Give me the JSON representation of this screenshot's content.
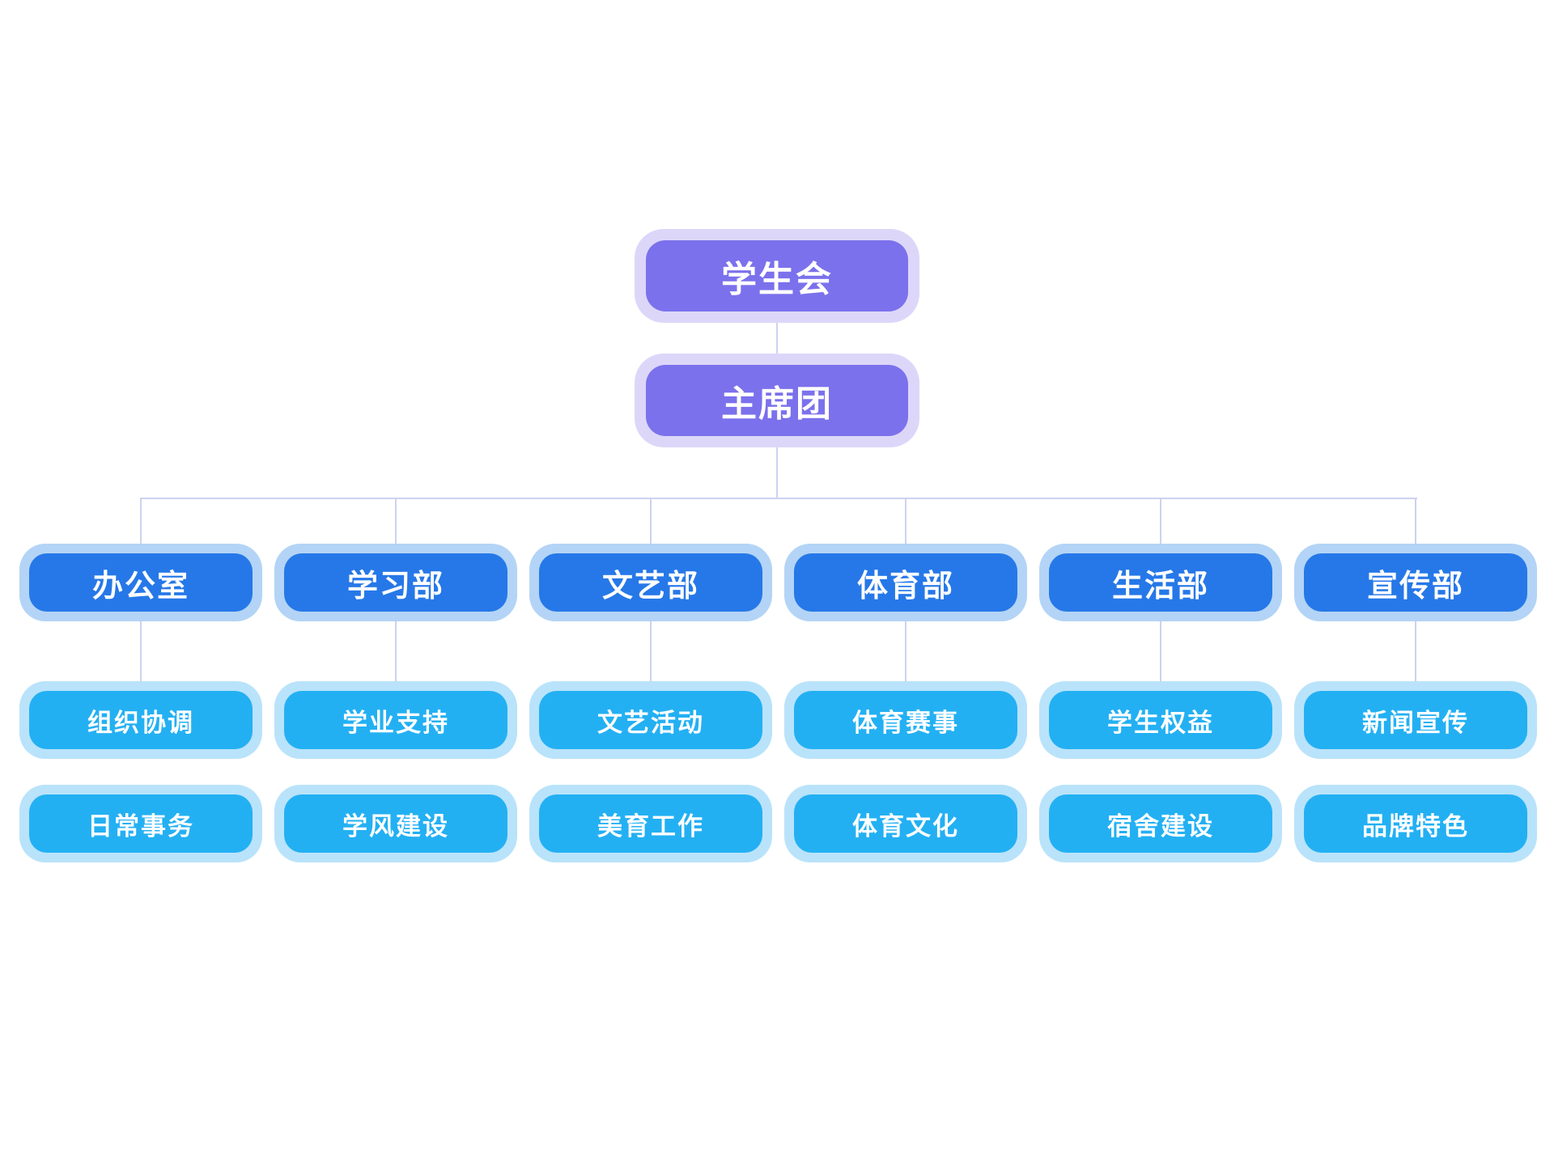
{
  "chart": {
    "type": "org-chart",
    "root": {
      "label": "学生会"
    },
    "executive": {
      "label": "主席团"
    },
    "departments": [
      {
        "label": "办公室",
        "children": [
          "组织协调",
          "日常事务"
        ]
      },
      {
        "label": "学习部",
        "children": [
          "学业支持",
          "学风建设"
        ]
      },
      {
        "label": "文艺部",
        "children": [
          "文艺活动",
          "美育工作"
        ]
      },
      {
        "label": "体育部",
        "children": [
          "体育赛事",
          "体育文化"
        ]
      },
      {
        "label": "生活部",
        "children": [
          "学生权益",
          "宿舍建设"
        ]
      },
      {
        "label": "宣传部",
        "children": [
          "新闻宣传",
          "品牌特色"
        ]
      }
    ],
    "colors": {
      "background": "#FFFFFF",
      "text": "#FFFFFF",
      "level1_fill": "#7B71EC",
      "level1_glow": "#DCD7F9",
      "dept_fill": "#2678E8",
      "dept_glow": "#B3D4F6",
      "sub_fill": "#23B0F3",
      "sub_glow": "#B9E3FA",
      "connector": "#CDD2F0"
    }
  }
}
